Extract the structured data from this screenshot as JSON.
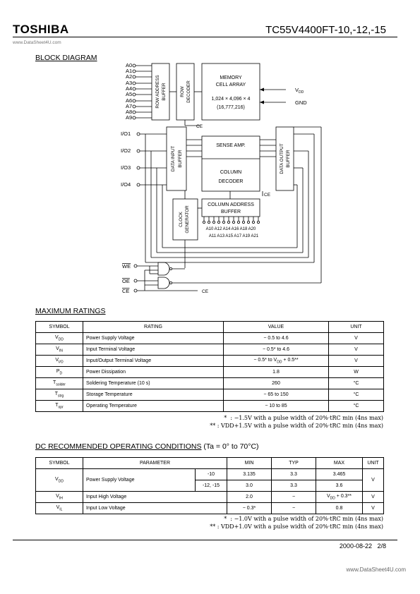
{
  "header": {
    "brand": "TOSHIBA",
    "part_number": "TC55V4400FT-10,-12,-15",
    "watermark": "www.DataSheet4U.com"
  },
  "block_diagram": {
    "title": "BLOCK DIAGRAM",
    "address_pins": [
      "A0",
      "A1",
      "A2",
      "A3",
      "A4",
      "A5",
      "A6",
      "A7",
      "A8",
      "A9"
    ],
    "row_address_buffer": [
      "ROW ADDRESS",
      "BUFFER"
    ],
    "row_decoder": [
      "ROW",
      "DECODER"
    ],
    "memory_cell_array": [
      "MEMORY",
      "CELL ARRAY",
      "1,024 × 4,096 × 4",
      "(16,777,216)"
    ],
    "vdd": "V",
    "vdd_sub": "DD",
    "gnd": "GND",
    "io_pins": [
      "I/O1",
      "I/O2",
      "I/O3",
      "I/O4"
    ],
    "data_input_buffer": [
      "DATA INPUT",
      "BUFFER"
    ],
    "data_output_buffer": [
      "DATA OUTPUT",
      "BUFFER"
    ],
    "sense_amp": "SENSE AMP.",
    "column_decoder": [
      "COLUMN",
      "DECODER"
    ],
    "column_address_buffer": [
      "COLUMN ADDRESS",
      "BUFFER"
    ],
    "clock_generator": [
      "CLOCK",
      "GENERATOR"
    ],
    "col_addr_row1": "A10 A12 A14 A16 A18 A20",
    "col_addr_row2": "A11 A13 A15 A17 A19 A21",
    "ce_label": "CE",
    "we": "WE",
    "oe": "OE",
    "ce_bar": "CE",
    "ce_out": "CE"
  },
  "max_ratings": {
    "title": "MAXIMUM RATINGS",
    "headers": [
      "SYMBOL",
      "RATING",
      "VALUE",
      "UNIT"
    ],
    "rows": [
      {
        "sym": "V",
        "sub": "DD",
        "rating": "Power Supply Voltage",
        "value": "− 0.5 to 4.6",
        "unit": "V"
      },
      {
        "sym": "V",
        "sub": "IN",
        "rating": "Input Terminal Voltage",
        "value": "− 0.5* to 4.6",
        "unit": "V"
      },
      {
        "sym": "V",
        "sub": "I/O",
        "rating": "Input/Output Terminal Voltage",
        "value": "− 0.5* to V",
        "value_sub": "DD",
        "value_tail": " + 0.5**",
        "unit": "V"
      },
      {
        "sym": "P",
        "sub": "D",
        "rating": "Power Dissipation",
        "value": "1.8",
        "unit": "W"
      },
      {
        "sym": "T",
        "sub": "solder",
        "rating": "Soldering Temperature (10 s)",
        "value": "260",
        "unit": "°C"
      },
      {
        "sym": "T",
        "sub": "strg",
        "rating": "Storage Temperature",
        "value": "− 65 to 150",
        "unit": "°C"
      },
      {
        "sym": "T",
        "sub": "opr",
        "rating": "Operating Temperature",
        "value": "− 10 to 85",
        "unit": "°C"
      }
    ],
    "notes": [
      "*  : −1.5V with a pulse width of 20%·tRC min (4ns max)",
      "** : VDD+1.5V with a pulse width of 20%·tRC min (4ns max)"
    ]
  },
  "dc_conditions": {
    "title": "DC RECOMMENDED OPERATING CONDITIONS",
    "title_cond": " (Ta  =  0° to 70°C)",
    "headers": [
      "SYMBOL",
      "PARAMETER",
      "MIN",
      "TYP",
      "MAX",
      "UNIT"
    ],
    "vdd": {
      "sym": "V",
      "sub": "DD",
      "param": "Power Supply Voltage",
      "variants": [
        {
          "label": "-10",
          "min": "3.135",
          "typ": "3.3",
          "max": "3.465"
        },
        {
          "label": "-12, -15",
          "min": "3.0",
          "typ": "3.3",
          "max": "3.6"
        }
      ],
      "unit": "V"
    },
    "vih": {
      "sym": "V",
      "sub": "IH",
      "param": "Input High Voltage",
      "min": "2.0",
      "typ": "−",
      "max": "V",
      "max_sub": "DD",
      "max_tail": " + 0.3**",
      "unit": "V"
    },
    "vil": {
      "sym": "V",
      "sub": "IL",
      "param": "Input Low Voltage",
      "min": "− 0.3*",
      "typ": "−",
      "max": "0.8",
      "unit": "V"
    },
    "notes": [
      "*  : −1.0V with a pulse width of 20%·tRC min (4ns max)",
      "** : VDD+1.0V with a pulse width of 20%·tRC min (4ns max)"
    ]
  },
  "footer": {
    "date": "2000-08-22",
    "page": "2/8",
    "watermark": "www.DataSheet4U.com"
  }
}
